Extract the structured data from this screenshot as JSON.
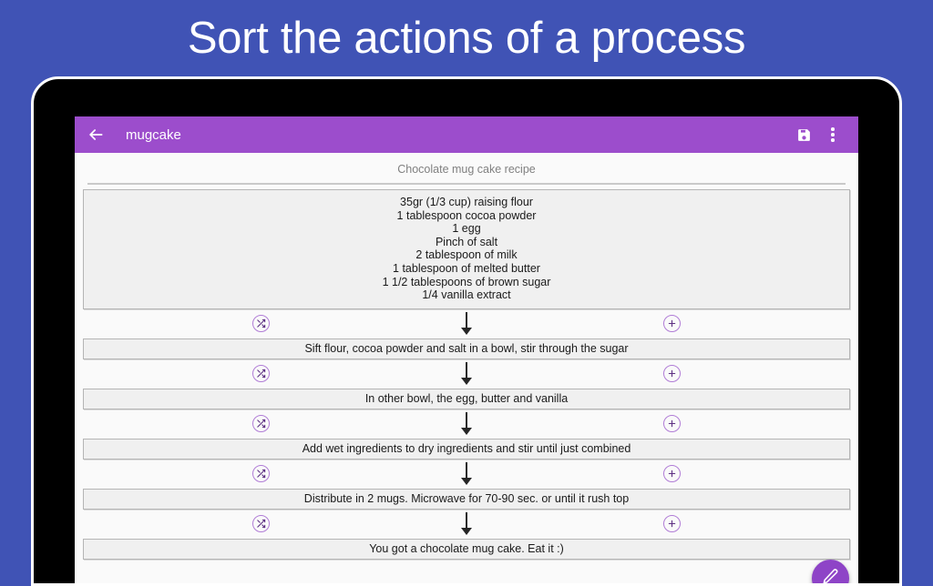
{
  "headline": "Sort the actions of a process",
  "appbar": {
    "back_icon": "arrow-left-icon",
    "title": "mugcake",
    "save_icon": "save-floppy-icon",
    "overflow_icon": "overflow-menu-icon"
  },
  "content": {
    "recipe_title": "Chocolate mug cake recipe",
    "ingredients": [
      "35gr (1/3 cup) raising flour",
      "1 tablespoon cocoa powder",
      "1 egg",
      "Pinch of salt",
      "2 tablespoon of milk",
      "1 tablespoon of melted butter",
      "1 1/2 tablespoons of brown sugar",
      "1/4 vanilla extract"
    ],
    "connector": {
      "shuffle_icon": "shuffle-icon",
      "add_icon": "plus-icon",
      "arrow_icon": "arrow-down-icon"
    },
    "steps": [
      "Sift flour, cocoa powder and salt in a bowl, stir through the sugar",
      "In other bowl, the egg, butter and vanilla",
      "Add wet ingredients to dry ingredients and stir until just combined",
      "Distribute in 2 mugs. Microwave for 70-90 sec. or until it rush top",
      "You got a chocolate mug cake. Eat it :)"
    ]
  },
  "fab": {
    "icon": "pencil-edit-icon"
  },
  "colors": {
    "page_background": "#4053b5",
    "appbar_purple": "#9c4dcc",
    "fab_purple": "#8e44c7",
    "accent_outline": "#b07cd6",
    "box_fill": "#f0f0f0",
    "box_border": "#b5b5b5",
    "screen_background": "#fafafa"
  }
}
